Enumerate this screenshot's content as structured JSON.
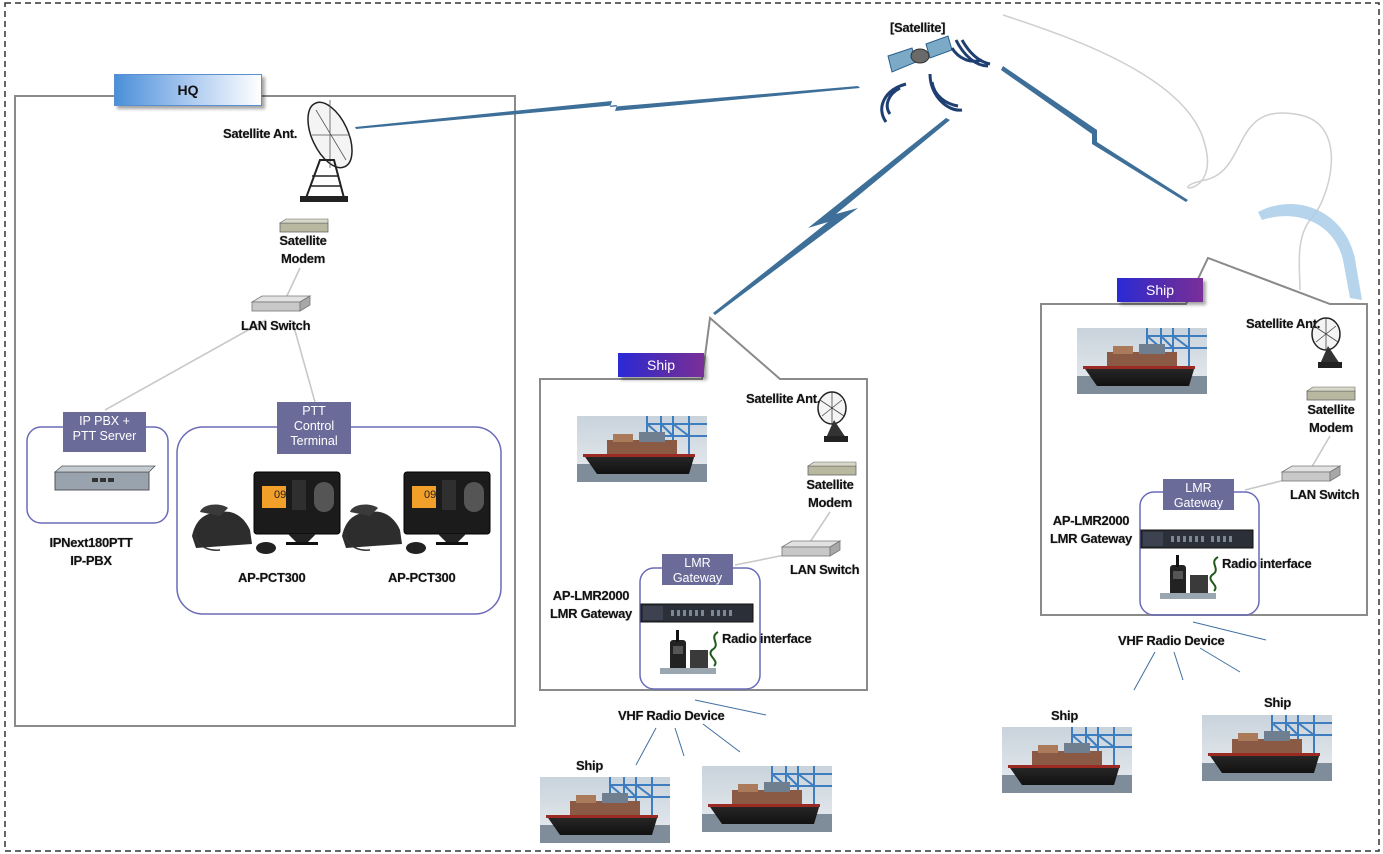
{
  "satellite": {
    "label": "[Satellite]"
  },
  "hq": {
    "header": "HQ",
    "satellite_ant": "Satellite Ant.",
    "satellite_modem": [
      "Satellite",
      "Modem"
    ],
    "lan_switch": "LAN Switch",
    "ip_pbx_tag": [
      "IP PBX  +",
      "PTT Server"
    ],
    "ptt_tag": [
      "PTT",
      "Control",
      "Terminal"
    ],
    "ip_pbx_name": [
      "IPNext180PTT",
      "IP-PBX"
    ],
    "terminal_1": "AP-PCT300",
    "terminal_2": "AP-PCT300",
    "screen_value": "09"
  },
  "ship_center": {
    "header": "Ship",
    "satellite_ant": "Satellite Ant.",
    "satellite_modem": [
      "Satellite",
      "Modem"
    ],
    "lan_switch": "LAN Switch",
    "lmr_tag": [
      "LMR",
      "Gateway"
    ],
    "lmr_name": [
      "AP-LMR2000",
      "LMR Gateway"
    ],
    "radio_interface": "Radio interface",
    "vhf": "VHF Radio Device",
    "ship_label": "Ship"
  },
  "ship_right": {
    "header": "Ship",
    "satellite_ant": "Satellite Ant.",
    "satellite_modem": [
      "Satellite",
      "Modem"
    ],
    "lan_switch": "LAN Switch",
    "lmr_tag": [
      "LMR",
      "Gateway"
    ],
    "lmr_name": [
      "AP-LMR2000",
      "LMR Gateway"
    ],
    "radio_interface": "Radio interface",
    "vhf": "VHF Radio Device",
    "ship_label_1": "Ship",
    "ship_label_2": "Ship"
  },
  "colors": {
    "link": "#3d6f99",
    "box_border": "#8a8a8a",
    "group_border": "#6a6ab8",
    "tag_bg": "#6b6b9a"
  }
}
